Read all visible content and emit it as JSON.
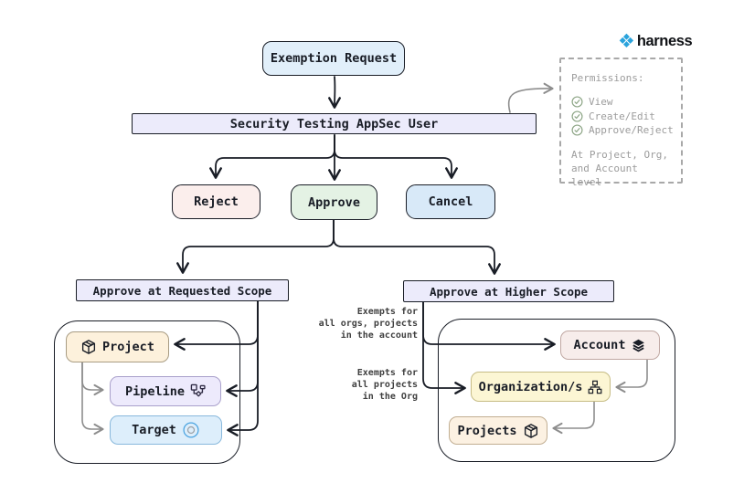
{
  "brand": {
    "name": "harness",
    "logo_color": "#2aa3dc"
  },
  "diagram": {
    "start": {
      "label": "Exemption Request"
    },
    "actor": {
      "label": "Security Testing AppSec User"
    },
    "decisions": {
      "reject": {
        "label": "Reject"
      },
      "approve": {
        "label": "Approve"
      },
      "cancel": {
        "label": "Cancel"
      }
    },
    "requested_scope": {
      "title": "Approve at Requested Scope",
      "nodes": {
        "project": {
          "label": "Project"
        },
        "pipeline": {
          "label": "Pipeline"
        },
        "target": {
          "label": "Target"
        }
      }
    },
    "higher_scope": {
      "title": "Approve at Higher Scope",
      "nodes": {
        "account": {
          "label": "Account"
        },
        "organization": {
          "label": "Organization/s"
        },
        "projects": {
          "label": "Projects"
        }
      },
      "annotations": {
        "account_note": "Exempts for\nall orgs, projects\nin the account",
        "org_note": "Exempts for\nall projects\nin the Org"
      }
    }
  },
  "permissions_panel": {
    "title": "Permissions:",
    "items": [
      "View",
      "Create/Edit",
      "Approve/Reject"
    ],
    "footer": "At Project, Org,\nand Account level"
  },
  "colors": {
    "stroke": "#191d26",
    "gray_arrow": "#8d8d8d",
    "start_fill": "#e1effa",
    "actor_fill": "#ecebfb",
    "reject_fill": "#fbeeec",
    "approve_fill": "#e4f2e4",
    "cancel_fill": "#d8e9f8",
    "scope_header_fill": "#ecebfb",
    "project_fill": "#fdf1dc",
    "pipeline_fill": "#edeafc",
    "target_fill": "#ddeefb",
    "account_fill": "#f7edeb",
    "organization_fill": "#fcf6d4",
    "projects_fill": "#fcf1e2",
    "check_icon": "#8ea687"
  }
}
